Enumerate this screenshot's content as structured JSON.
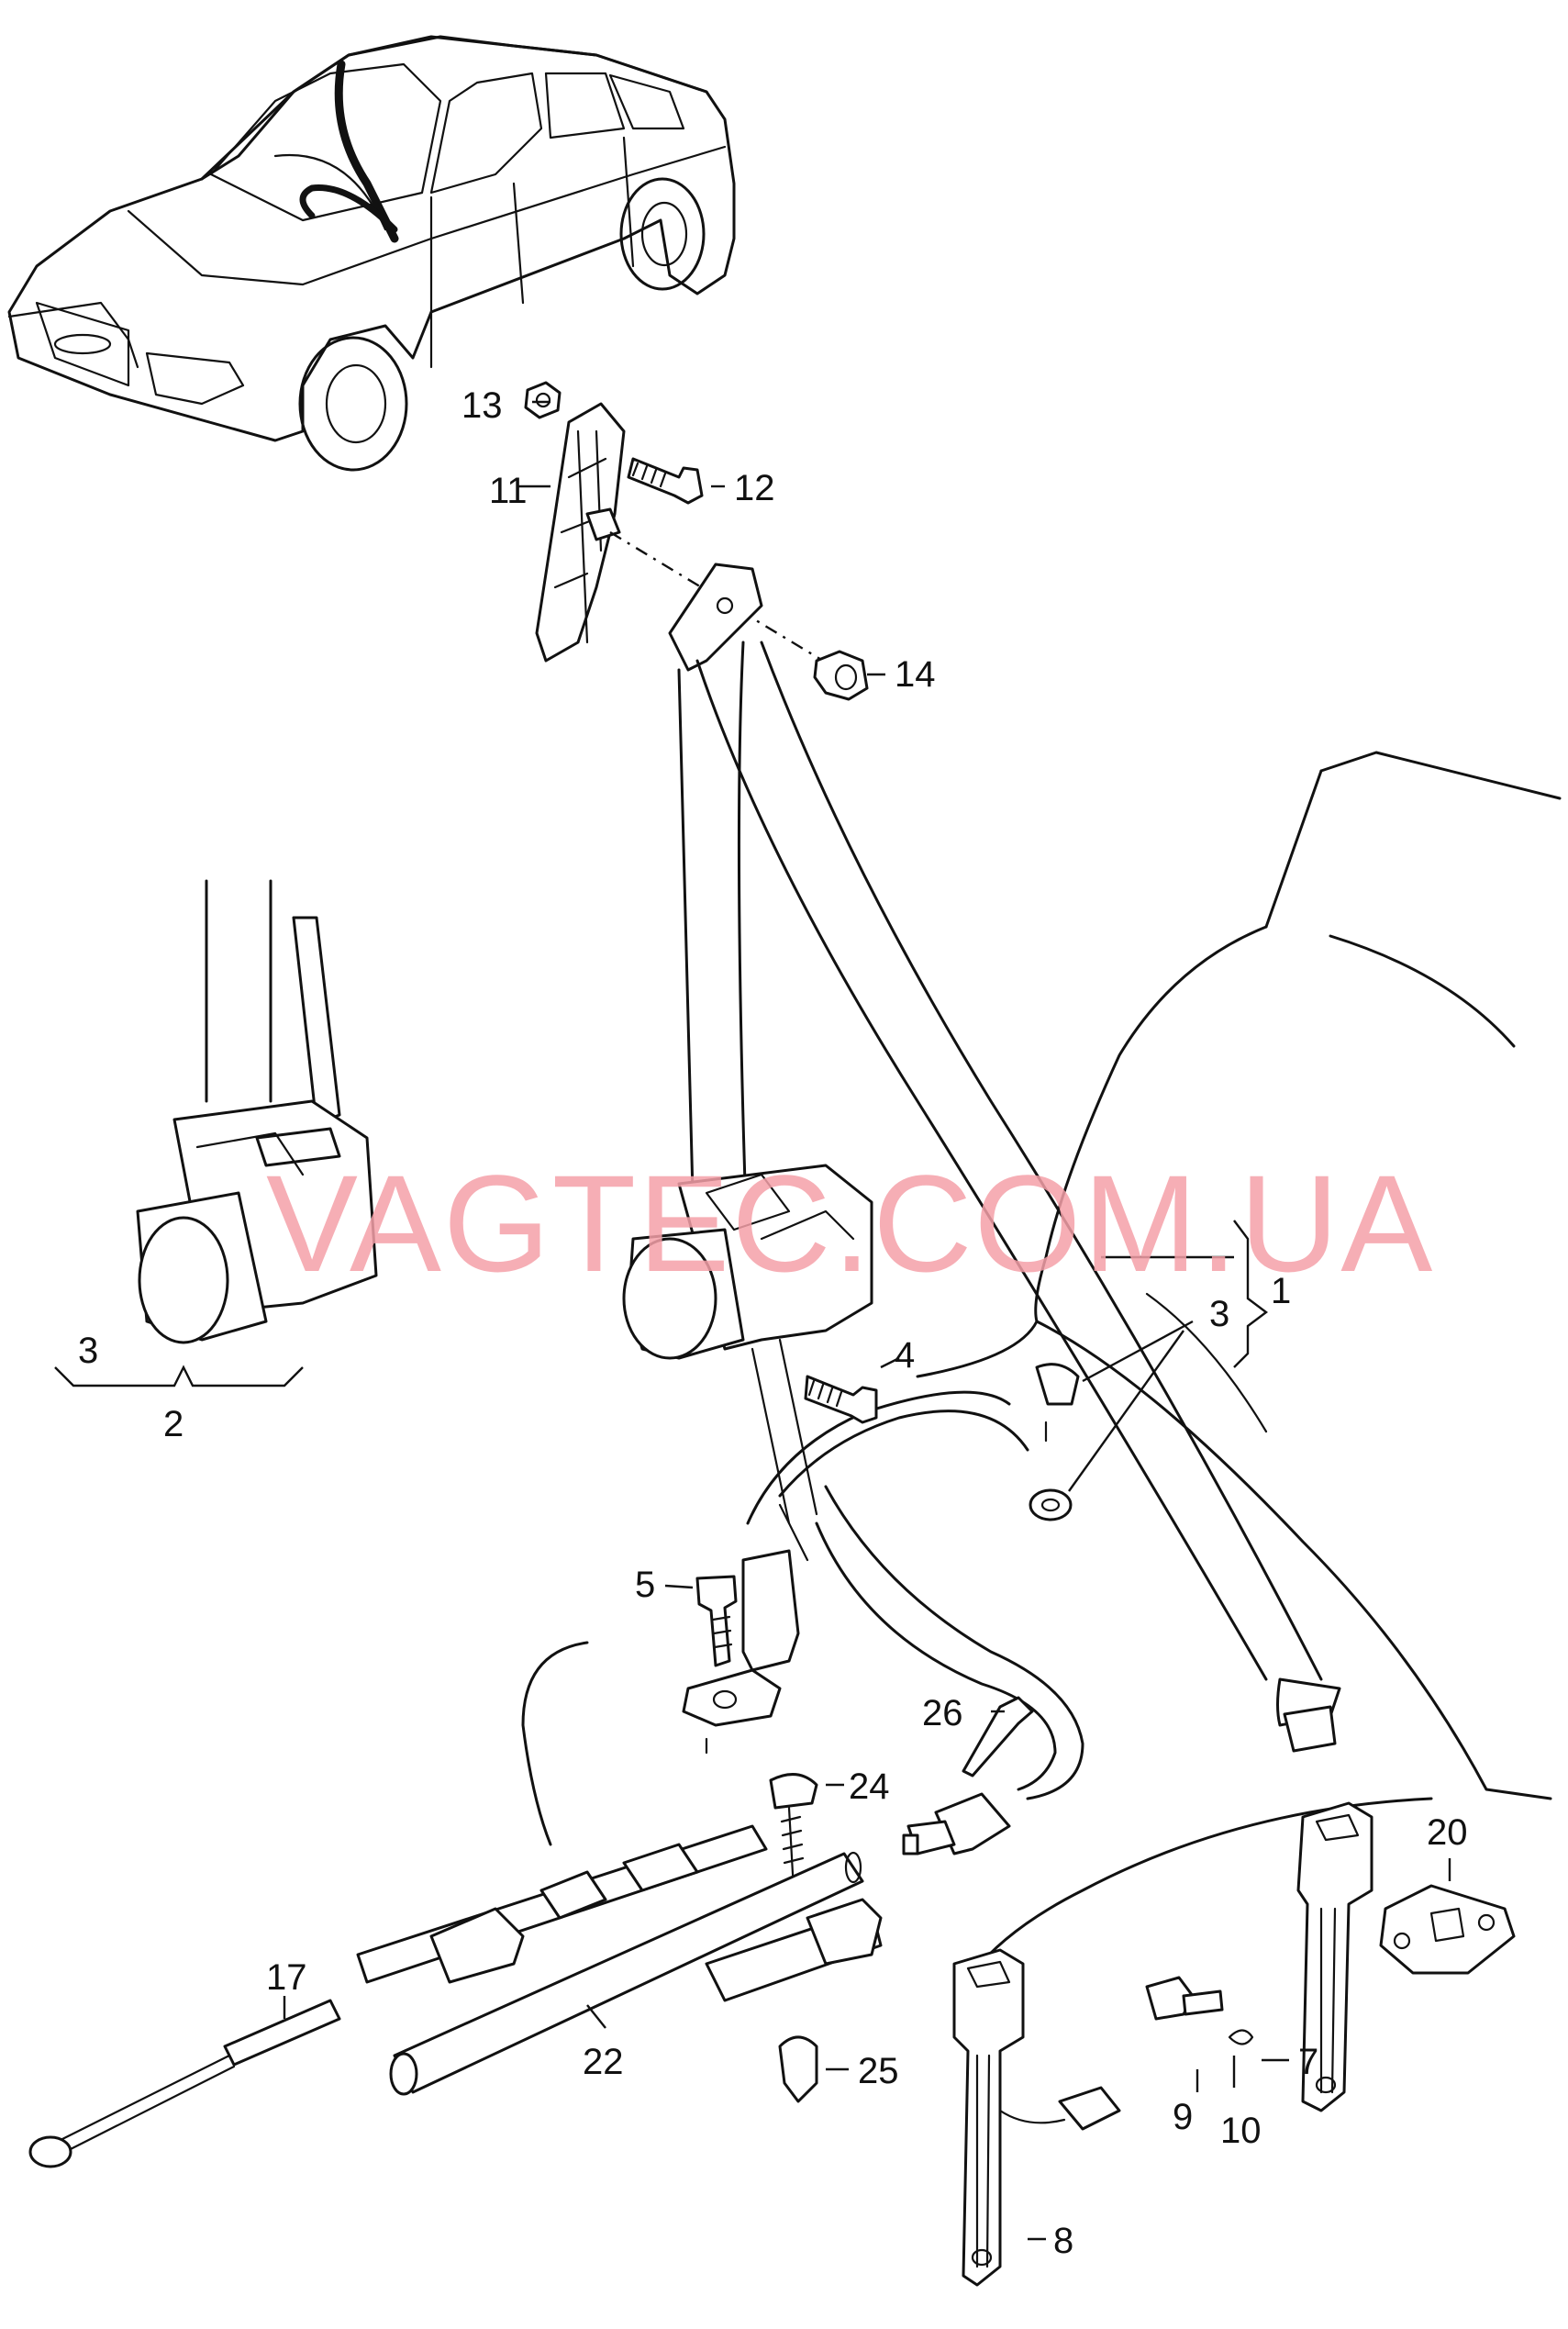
{
  "watermark": "VAGTEC.COM.UA",
  "callouts": {
    "c1": "1",
    "c2": "2",
    "c3a": "3",
    "c3b": "3",
    "c4": "4",
    "c5": "5",
    "c7": "7",
    "c8": "8",
    "c9": "9",
    "c10": "10",
    "c11": "11",
    "c12": "12",
    "c13": "13",
    "c14": "14",
    "c17": "17",
    "c20": "20",
    "c22": "22",
    "c24": "24",
    "c25": "25",
    "c26": "26"
  }
}
